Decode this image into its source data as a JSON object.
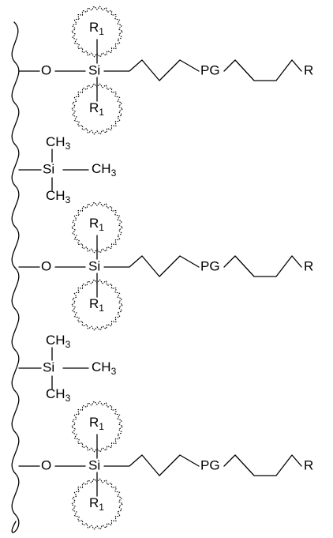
{
  "units": [
    {
      "type": "silane",
      "oxygen": "O",
      "silicon": "Si",
      "top_substituent": {
        "base": "R",
        "sub": "1"
      },
      "bottom_substituent": {
        "base": "R",
        "sub": "1"
      },
      "linker": "PG",
      "terminal": "R"
    },
    {
      "type": "trimethylsilyl",
      "silicon": "Si",
      "top_group": {
        "base": "CH",
        "sub": "3"
      },
      "right_group": {
        "base": "CH",
        "sub": "3"
      },
      "bottom_group": {
        "base": "CH",
        "sub": "3"
      }
    },
    {
      "type": "silane",
      "oxygen": "O",
      "silicon": "Si",
      "top_substituent": {
        "base": "R",
        "sub": "1"
      },
      "bottom_substituent": {
        "base": "R",
        "sub": "1"
      },
      "linker": "PG",
      "terminal": "R"
    },
    {
      "type": "trimethylsilyl",
      "silicon": "Si",
      "top_group": {
        "base": "CH",
        "sub": "3"
      },
      "right_group": {
        "base": "CH",
        "sub": "3"
      },
      "bottom_group": {
        "base": "CH",
        "sub": "3"
      }
    },
    {
      "type": "silane",
      "oxygen": "O",
      "silicon": "Si",
      "top_substituent": {
        "base": "R",
        "sub": "1"
      },
      "bottom_substituent": {
        "base": "R",
        "sub": "1"
      },
      "linker": "PG",
      "terminal": "R"
    }
  ]
}
